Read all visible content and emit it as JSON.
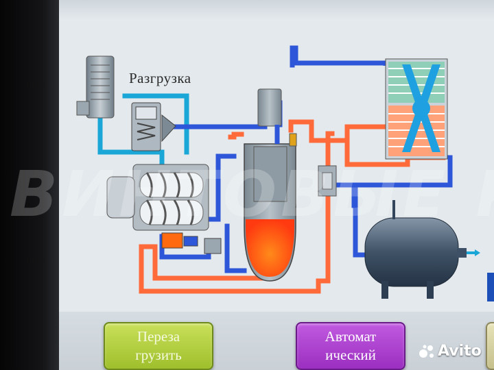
{
  "diagram": {
    "unload_label": "Разгрузка"
  },
  "buttons": {
    "reload_line1": "Переза",
    "reload_line2": "грузить",
    "auto_line1": "Автомат",
    "auto_line2": "ический"
  },
  "overlays": {
    "watermark": "ВИНТОВЫЕ КОМПРЕССОРЫ",
    "avito": "Avito"
  },
  "colors": {
    "pipe_blue": "#2e56d8",
    "pipe_cyan": "#1aa6d6",
    "pipe_orange": "#ff6a3a",
    "hot_oil": "#ff5a10",
    "metal": "#8d9aa6",
    "reload_button": "#b6d13e",
    "auto_button": "#ad45d0"
  }
}
